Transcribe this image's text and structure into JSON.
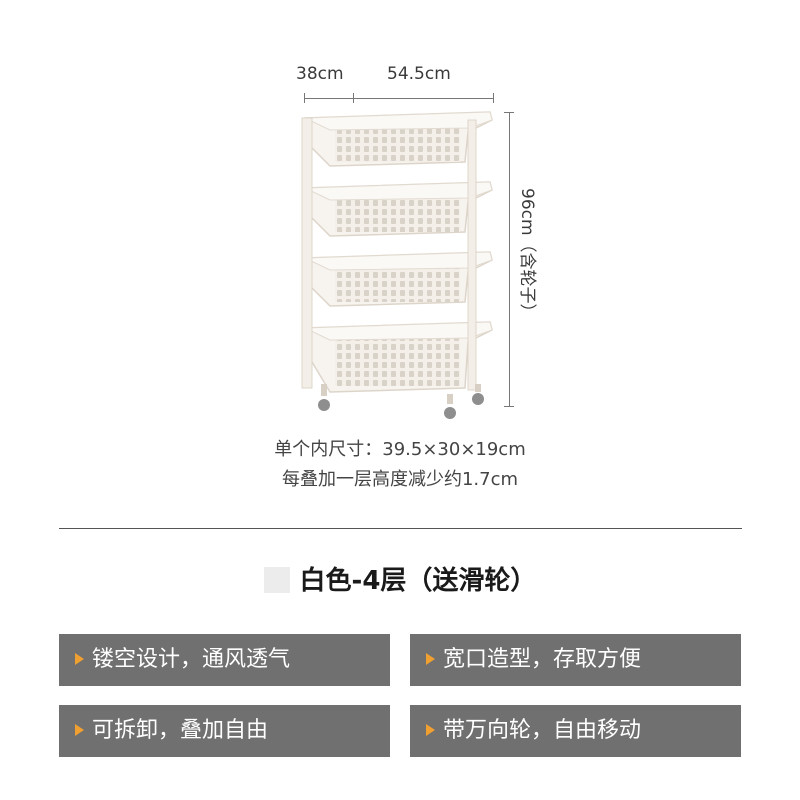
{
  "dimensions": {
    "depth": "38cm",
    "width": "54.5cm",
    "height": "96cm（含轮子）"
  },
  "info": {
    "inner_size": "单个内尺寸：39.5×30×19cm",
    "stack_note": "每叠加一层高度减少约1.7cm"
  },
  "variant": {
    "swatch_color": "#ececec",
    "title": "白色-4层（送滑轮）"
  },
  "features": [
    {
      "label": "镂空设计，通风透气"
    },
    {
      "label": "宽口造型，存取方便"
    },
    {
      "label": "可拆卸，叠加自由"
    },
    {
      "label": "带万向轮，自由移动"
    }
  ],
  "colors": {
    "feature_bg": "#707070",
    "feature_text": "#ffffff",
    "accent_triangle": "#f0a030"
  }
}
